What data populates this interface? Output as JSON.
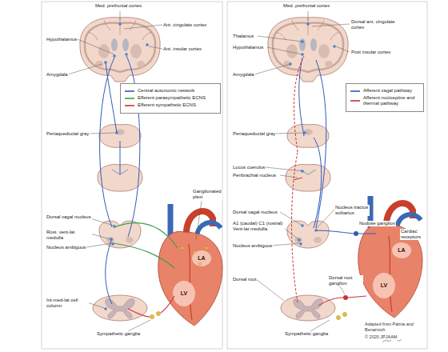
{
  "diagram": {
    "labels": [
      "Med. prefrontal cortex",
      "Hypothalamus",
      "Ant. cingulate cortex",
      "Ant. insular cortex",
      "Amygdala",
      "Periaqueductal gray",
      "Dorsal vagal nucleus",
      "Rost. vent-lat medulla",
      "Nucleus ambiguus",
      "Ganglionated plexi",
      "LA",
      "LV",
      "Int-med-lat cell column",
      "Sympathetic ganglia",
      "Med. prefrontal cortex",
      "Thalamus",
      "Dorsal ant. cingulate cortex",
      "Hypothalamus",
      "Post insular cortex",
      "Amygdala",
      "Periaqueductal gray",
      "Locus coerulus",
      "Peribrachial nucleus",
      "Dorsal vagal nucleus",
      "Nucleus tractus solitarius",
      "Nodose ganglion",
      "A1 (caudal) C1 (rostral) Vent-lat medulla",
      "Nucleus ambiguus",
      "Dorsal root",
      "Dorsal root ganglion",
      "Cardiac receptors",
      "LA",
      "LV",
      "Sympathetic ganglia",
      "Adapted from Palma and Benarroch",
      "© 2020 JPJAAM"
    ],
    "legend": [
      {
        "text": "Central autonomic network"
      },
      {
        "text": "Efferent parasympathetic ECNS"
      },
      {
        "text": "Efferent sympathetic ECNS"
      },
      {
        "text": "Afferent vagal pathway"
      },
      {
        "text": "Afferent nociceptive and thermal pathway"
      }
    ]
  }
}
